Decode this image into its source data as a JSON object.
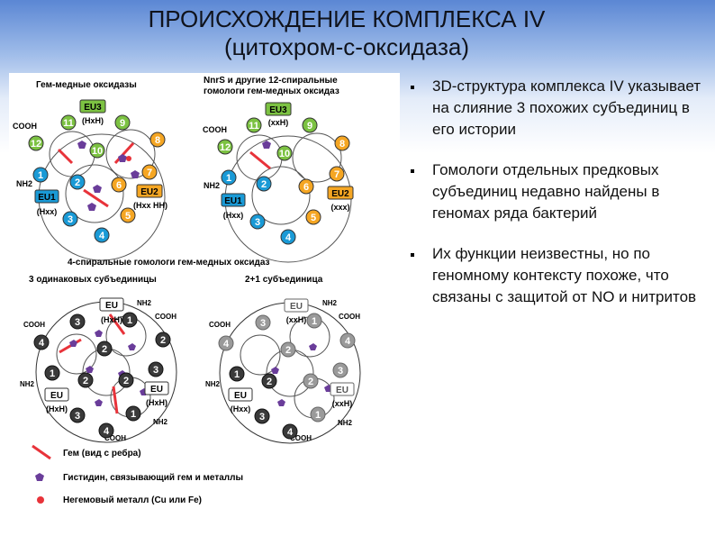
{
  "title": {
    "line1": "ПРОИСХОЖДЕНИЕ КОМПЛЕКСА IV",
    "line2": "(цитохром-с-оксидаза)"
  },
  "bullets": [
    "3D-структура комплекса IV указывает на слияние 3 похожих субъединиц в его истории",
    "Гомологи отдельных предковых субъединиц недавно найдены в геномах ряда бактерий",
    "Их функции неизвестны, но по геномному контексту похоже, что связаны с защитой от NO и нитритов"
  ],
  "figure": {
    "colors": {
      "helix_red": "#e8333a",
      "helix_orange": "#f5a623",
      "helix_green": "#7cc242",
      "helix_blue": "#1a9ad6",
      "helix_dark": "#3a3a3a",
      "helix_gray": "#9a9a9a",
      "histidine": "#6a3d9a",
      "heme": "#e23b3b",
      "metal": "#e8333a"
    },
    "panel_a": {
      "title": "Гем-медные оксидазы",
      "cooh": "COOH",
      "nh2": "NH2",
      "eu3": "EU3",
      "eu3_motif": "(HxH)",
      "eu1": "EU1",
      "eu1_motif": "(Hxx)",
      "eu2": "EU2",
      "eu2_motif": "(Hxx HH)",
      "helix_numbers": [
        "11",
        "9",
        "12",
        "10",
        "8",
        "7",
        "1",
        "2",
        "6",
        "3",
        "5",
        "4"
      ]
    },
    "panel_b": {
      "title_line1": "NnrS и другие 12-спиральные",
      "title_line2": "гомологи гем-медных оксидаз",
      "cooh": "COOH",
      "nh2": "NH2",
      "eu3": "EU3",
      "eu3_motif": "(xxH)",
      "eu1": "EU1",
      "eu1_motif": "(Hxx)",
      "eu2": "EU2",
      "eu2_motif": "(xxx)",
      "helix_numbers": [
        "11",
        "9",
        "12",
        "10",
        "8",
        "7",
        "1",
        "2",
        "6",
        "3",
        "5",
        "4"
      ]
    },
    "section_title": "4-спиральные гомологи гем-медных оксидаз",
    "panel_c": {
      "title": "3 одинаковых субъединицы",
      "eu_label": "EU",
      "eu_top_motif": "(HxH)",
      "eu_left_motif": "(HxH)",
      "eu_right_motif": "(HxH)",
      "nh2": "NH2",
      "cooh": "COOH",
      "helix_numbers": [
        "3",
        "1",
        "4",
        "2",
        "1",
        "3",
        "2",
        "4",
        "3",
        "1"
      ]
    },
    "panel_d": {
      "title": "2+1 субъединица",
      "eu_label": "EU",
      "eu_top_motif": "(xxH)",
      "eu_left_motif": "(Hxx)",
      "eu_right_motif": "(xxH)",
      "nh2": "NH2",
      "cooh": "COOH",
      "helix_numbers": [
        "3",
        "1",
        "4",
        "2",
        "1",
        "3",
        "2",
        "4",
        "3",
        "1"
      ]
    },
    "legend": {
      "heme": "Гем (вид с ребра)",
      "histidine": "Гистидин, связывающий гем и металлы",
      "metal": "Негемовый металл (Cu или Fe)"
    }
  }
}
